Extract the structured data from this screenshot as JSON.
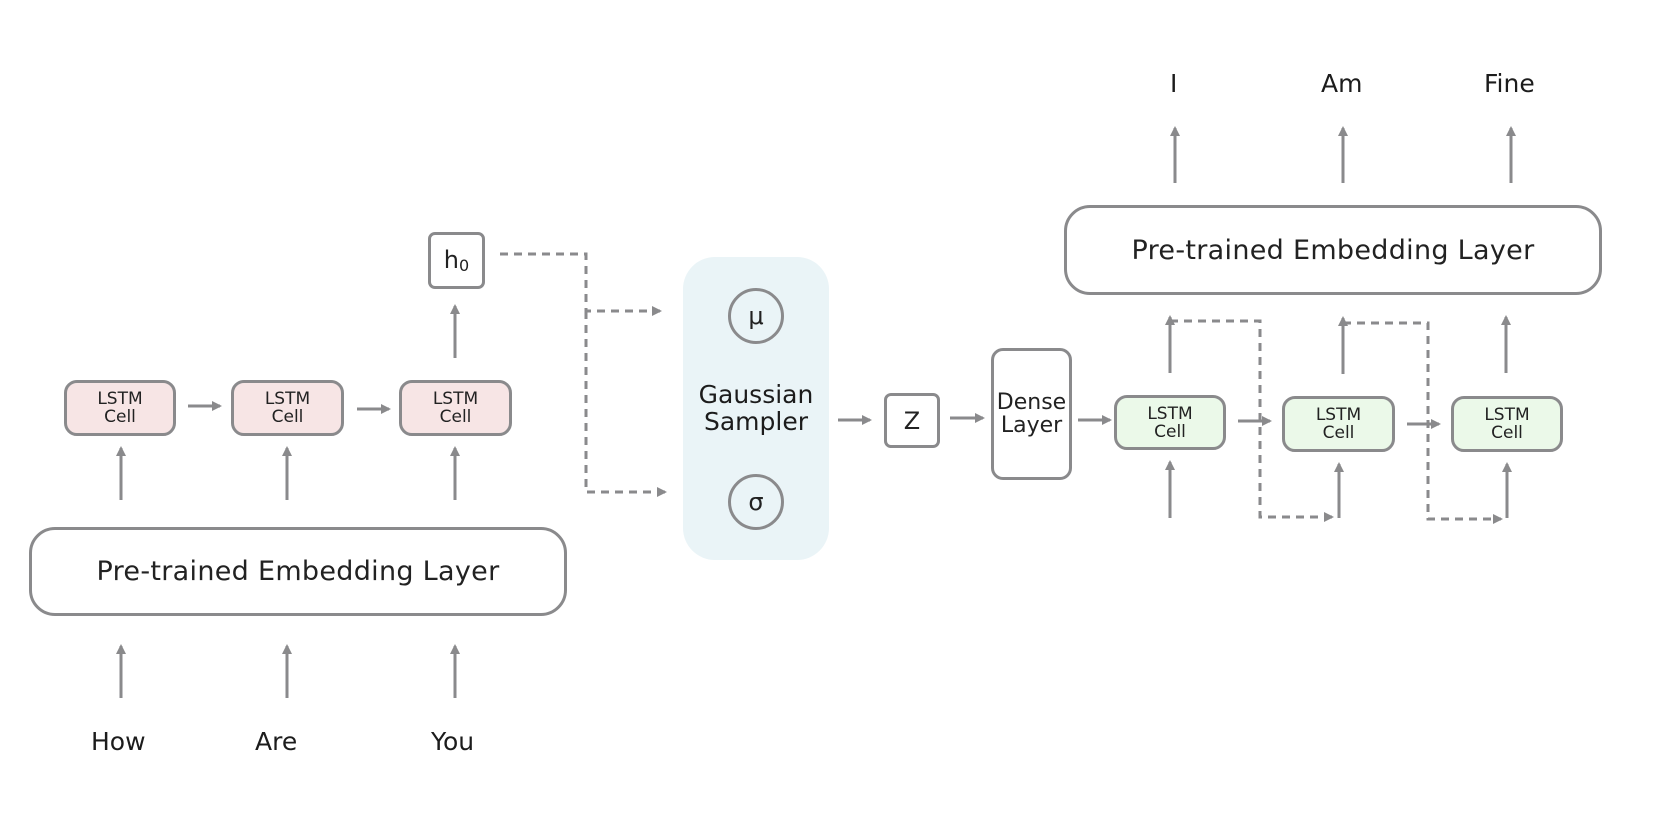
{
  "encoder": {
    "inputs": [
      "How",
      "Are",
      "You"
    ],
    "embedding_label": "Pre-trained Embedding Layer",
    "lstm_cells": [
      {
        "line1": "LSTM",
        "line2": "Cell"
      },
      {
        "line1": "LSTM",
        "line2": "Cell"
      },
      {
        "line1": "LSTM",
        "line2": "Cell"
      }
    ],
    "hidden_state": {
      "base": "h",
      "sub": "0"
    }
  },
  "sampler": {
    "label_line1": "Gaussian",
    "label_line2": "Sampler",
    "mu": "μ",
    "sigma": "σ"
  },
  "latent": "Z",
  "dense": {
    "line1": "Dense",
    "line2": "Layer"
  },
  "decoder": {
    "lstm_cells": [
      {
        "line1": "LSTM",
        "line2": "Cell"
      },
      {
        "line1": "LSTM",
        "line2": "Cell"
      },
      {
        "line1": "LSTM",
        "line2": "Cell"
      }
    ],
    "embedding_label": "Pre-trained Embedding Layer",
    "outputs": [
      "I",
      "Am",
      "Fine"
    ]
  },
  "colors": {
    "stroke": "#8a8a8c",
    "encoder_cell_fill": "#f7e5e5",
    "decoder_cell_fill": "#ebf9e9",
    "sampler_fill": "#eaf4f7"
  }
}
